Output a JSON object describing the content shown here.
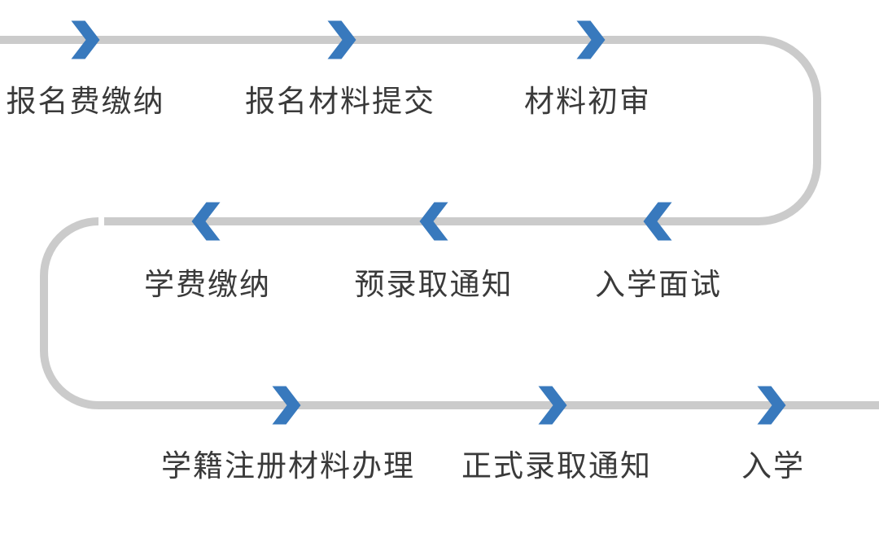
{
  "diagram": {
    "type": "serpentine-process-flow",
    "rows": [
      {
        "flow_direction": "left-to-right",
        "steps": [
          {
            "label": "报名费缴纳",
            "order": 1
          },
          {
            "label": "报名材料提交",
            "order": 2
          },
          {
            "label": "材料初审",
            "order": 3
          }
        ]
      },
      {
        "flow_direction": "right-to-left",
        "steps": [
          {
            "label": "学费缴纳",
            "order": 6
          },
          {
            "label": "预录取通知",
            "order": 5
          },
          {
            "label": "入学面试",
            "order": 4
          }
        ]
      },
      {
        "flow_direction": "left-to-right",
        "steps": [
          {
            "label": "学籍注册材料办理",
            "order": 7
          },
          {
            "label": "正式录取通知",
            "order": 8
          },
          {
            "label": "入学",
            "order": 9
          }
        ]
      }
    ],
    "sequence": [
      "报名费缴纳",
      "报名材料提交",
      "材料初审",
      "入学面试",
      "预录取通知",
      "学费缴纳",
      "学籍注册材料办理",
      "正式录取通知",
      "入学"
    ]
  },
  "icons": {
    "forward_arrow": "chevron-right-icon",
    "backward_arrow": "chevron-left-icon"
  },
  "colors": {
    "line": "#cbcbcb",
    "arrow": "#3879bd",
    "text": "#3a3a3a",
    "background": "#ffffff"
  }
}
